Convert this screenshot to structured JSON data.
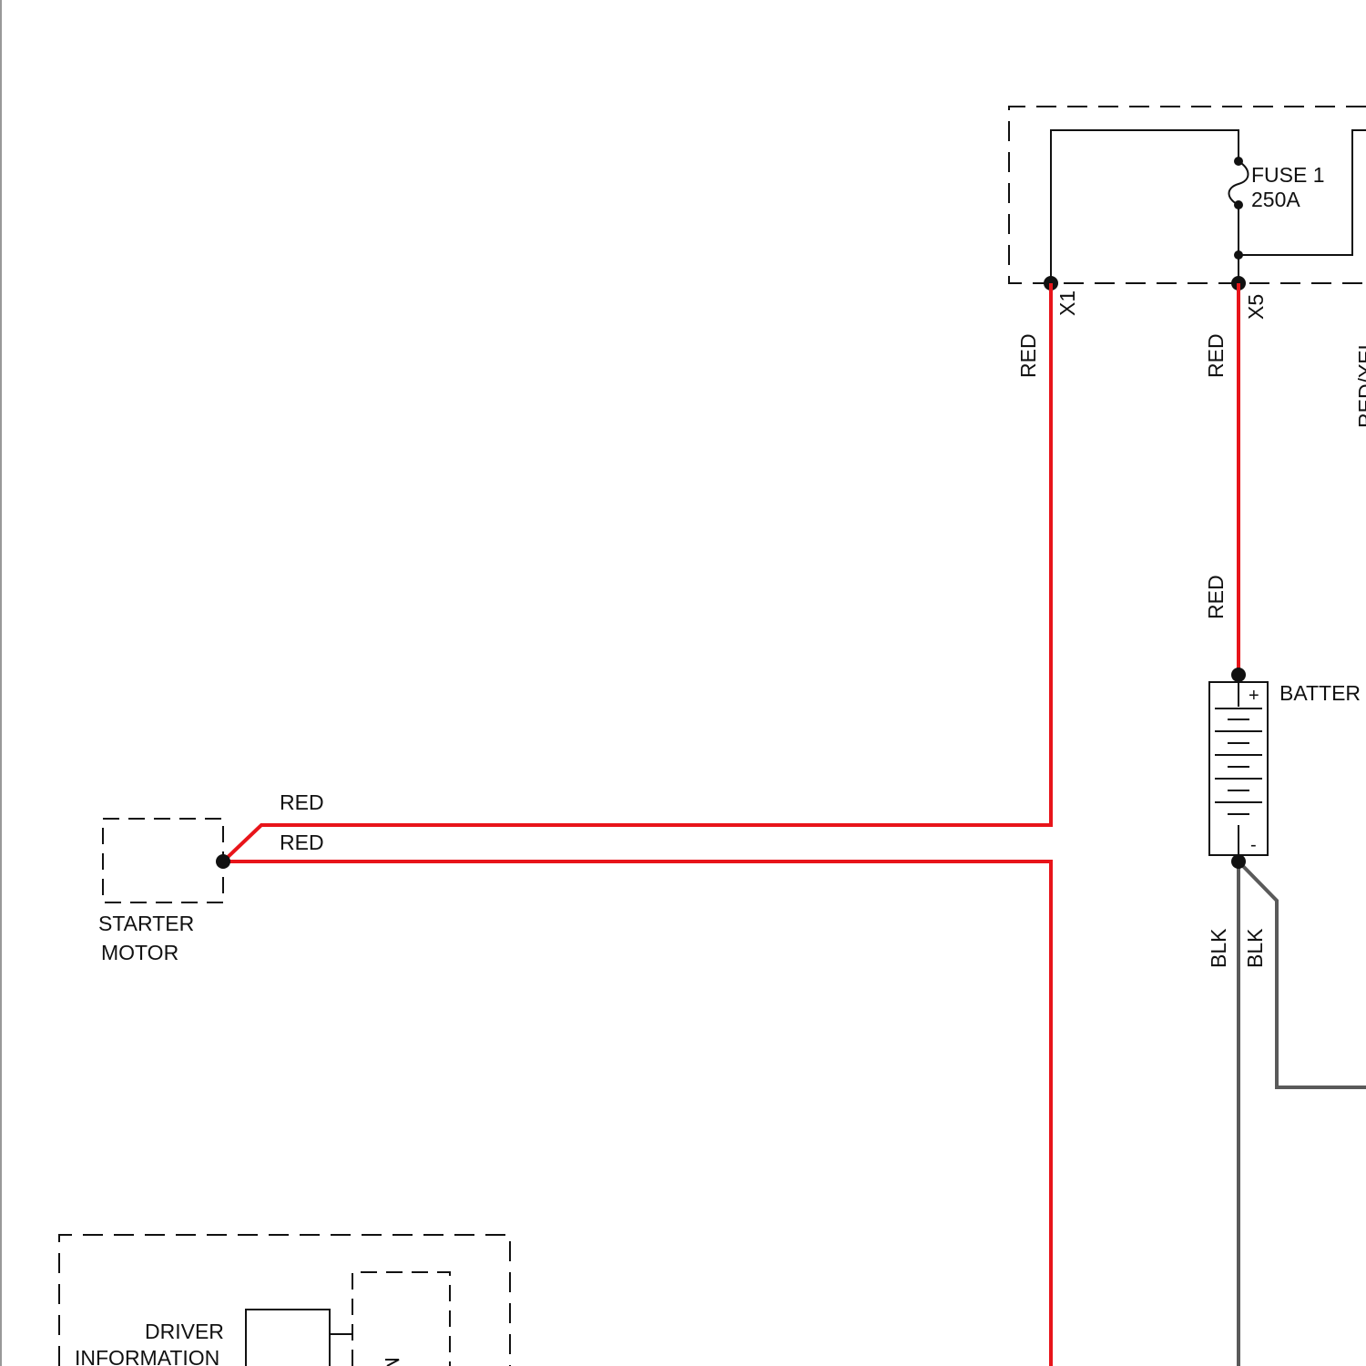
{
  "colors": {
    "red_wire": "#e8141a",
    "black_wire": "#5a5a5a",
    "line": "#111111",
    "background": "#ffffff"
  },
  "components": {
    "fuse_box": {
      "fuse_name": "FUSE 1",
      "fuse_rating": "250A",
      "pin_x1": "X1",
      "pin_x5": "X5"
    },
    "battery": {
      "name": "BATTER",
      "plus": "+",
      "minus": "-"
    },
    "starter_motor": {
      "line1": "STARTER",
      "line2": "MOTOR"
    },
    "driver_information": {
      "line1": "DRIVER",
      "line2": "INFORMATION"
    }
  },
  "wires": {
    "x1_to_starter": "RED",
    "x5_to_battery_upper": "RED",
    "x5_to_battery_lower": "RED",
    "starter_upper": "RED",
    "starter_lower": "RED",
    "right_edge": "RED/YEL",
    "battery_ground_1": "BLK",
    "battery_ground_2": "BLK"
  }
}
